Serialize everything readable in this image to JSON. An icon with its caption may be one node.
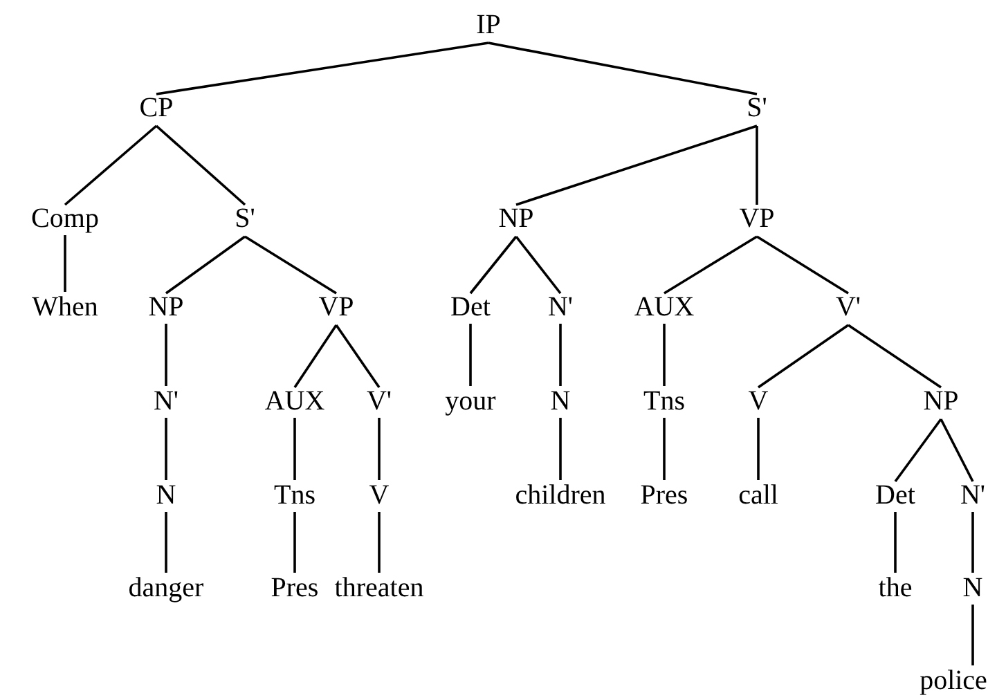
{
  "diagram": {
    "nodes": [
      {
        "text": [
          "IP"
        ]
      },
      {
        "text": [
          "CP"
        ]
      },
      {
        "text": [
          "S'"
        ]
      },
      {
        "text": [
          "Comp"
        ]
      },
      {
        "text": [
          "S'"
        ]
      },
      {
        "text": [
          "NP"
        ]
      },
      {
        "text": [
          "VP"
        ]
      },
      {
        "text": [
          "When"
        ]
      },
      {
        "text": [
          "NP"
        ]
      },
      {
        "text": [
          "VP"
        ]
      },
      {
        "text": [
          "Det"
        ]
      },
      {
        "text": [
          "N'"
        ]
      },
      {
        "text": [
          "AUX"
        ]
      },
      {
        "text": [
          "V'"
        ]
      },
      {
        "text": [
          "N'"
        ]
      },
      {
        "text": [
          "AUX"
        ]
      },
      {
        "text": [
          "V'"
        ]
      },
      {
        "text": [
          "your"
        ]
      },
      {
        "text": [
          "N"
        ]
      },
      {
        "text": [
          "Tns"
        ]
      },
      {
        "text": [
          "V"
        ]
      },
      {
        "text": [
          "NP"
        ]
      },
      {
        "text": [
          "N"
        ]
      },
      {
        "text": [
          "Tns"
        ]
      },
      {
        "text": [
          "V"
        ]
      },
      {
        "text": [
          "children"
        ]
      },
      {
        "text": [
          "Pres"
        ]
      },
      {
        "text": [
          "call"
        ]
      },
      {
        "text": [
          "Det"
        ]
      },
      {
        "text": [
          "N'"
        ]
      },
      {
        "text": [
          "danger"
        ]
      },
      {
        "text": [
          "Pres"
        ]
      },
      {
        "text": [
          "threaten"
        ]
      },
      {
        "text": [
          "the"
        ]
      },
      {
        "text": [
          "N"
        ]
      },
      {
        "text": [
          "police"
        ]
      }
    ],
    "edges": [
      {
        "from": 0,
        "to": 1,
        "arrow": "none"
      },
      {
        "from": 0,
        "to": 2,
        "arrow": "none"
      },
      {
        "from": 1,
        "to": 3,
        "arrow": "none"
      },
      {
        "from": 1,
        "to": 4,
        "arrow": "none"
      },
      {
        "from": 2,
        "to": 5,
        "arrow": "none"
      },
      {
        "from": 2,
        "to": 6,
        "arrow": "none"
      },
      {
        "from": 3,
        "to": 7,
        "arrow": "none"
      },
      {
        "from": 4,
        "to": 8,
        "arrow": "none"
      },
      {
        "from": 4,
        "to": 9,
        "arrow": "none"
      },
      {
        "from": 5,
        "to": 10,
        "arrow": "none"
      },
      {
        "from": 5,
        "to": 11,
        "arrow": "none"
      },
      {
        "from": 6,
        "to": 12,
        "arrow": "none"
      },
      {
        "from": 6,
        "to": 13,
        "arrow": "none"
      },
      {
        "from": 8,
        "to": 14,
        "arrow": "none"
      },
      {
        "from": 9,
        "to": 15,
        "arrow": "none"
      },
      {
        "from": 9,
        "to": 16,
        "arrow": "none"
      },
      {
        "from": 10,
        "to": 17,
        "arrow": "none"
      },
      {
        "from": 11,
        "to": 18,
        "arrow": "none"
      },
      {
        "from": 12,
        "to": 19,
        "arrow": "none"
      },
      {
        "from": 13,
        "to": 20,
        "arrow": "none"
      },
      {
        "from": 13,
        "to": 21,
        "arrow": "none"
      },
      {
        "from": 14,
        "to": 22,
        "arrow": "none"
      },
      {
        "from": 15,
        "to": 23,
        "arrow": "none"
      },
      {
        "from": 16,
        "to": 24,
        "arrow": "none"
      },
      {
        "from": 18,
        "to": 25,
        "arrow": "none"
      },
      {
        "from": 19,
        "to": 26,
        "arrow": "none"
      },
      {
        "from": 20,
        "to": 27,
        "arrow": "none"
      },
      {
        "from": 21,
        "to": 28,
        "arrow": "none"
      },
      {
        "from": 21,
        "to": 29,
        "arrow": "none"
      },
      {
        "from": 22,
        "to": 30,
        "arrow": "none"
      },
      {
        "from": 23,
        "to": 31,
        "arrow": "none"
      },
      {
        "from": 24,
        "to": 32,
        "arrow": "none"
      },
      {
        "from": 28,
        "to": 33,
        "arrow": "none"
      },
      {
        "from": 29,
        "to": 34,
        "arrow": "none"
      },
      {
        "from": 34,
        "to": 35,
        "arrow": "none"
      }
    ]
  }
}
